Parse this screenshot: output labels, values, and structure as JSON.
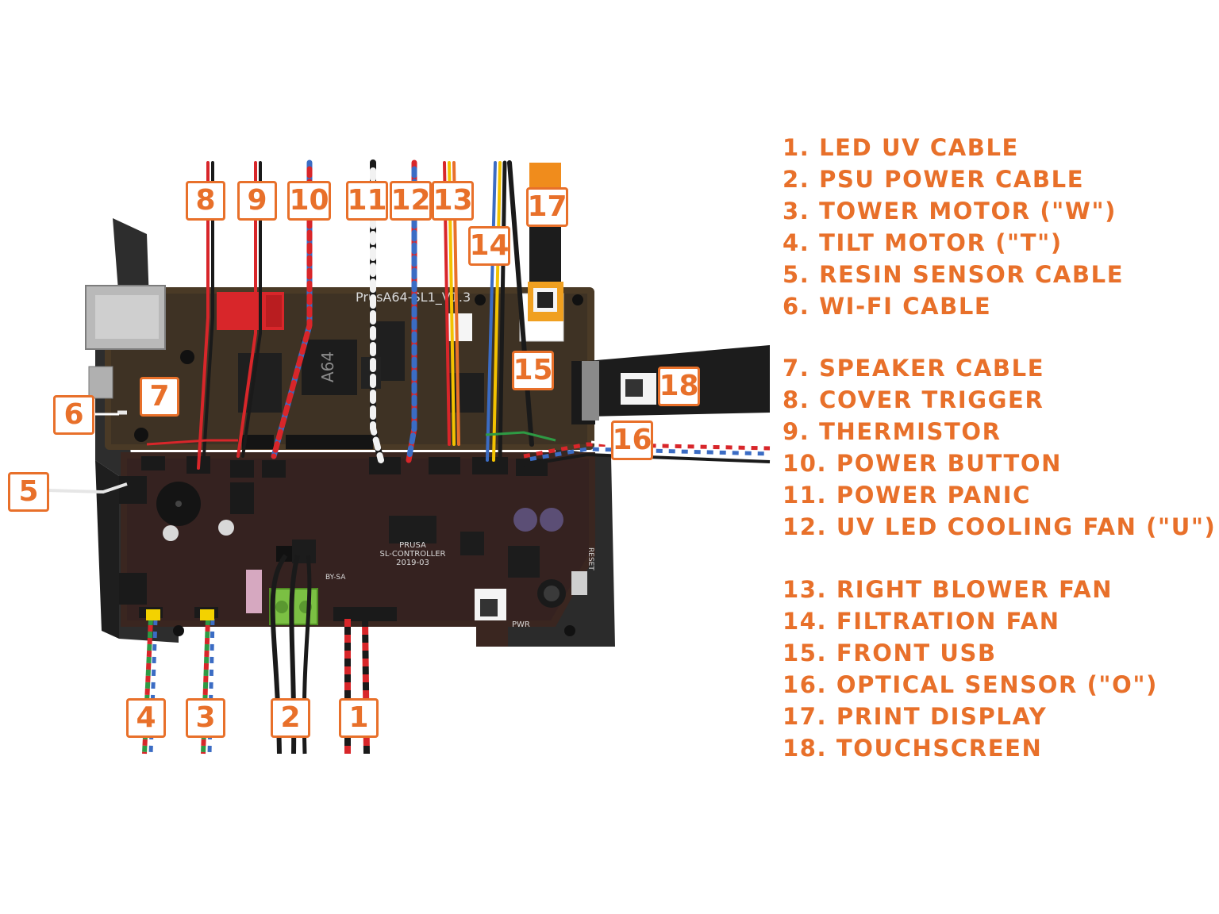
{
  "legend": {
    "groups": [
      [
        "1. LED UV CABLE",
        "2. PSU POWER CABLE",
        "3. TOWER MOTOR (\"W\")",
        "4. TILT MOTOR (\"T\")",
        "5. RESIN SENSOR CABLE",
        "6. WI-FI CABLE"
      ],
      [
        "7. SPEAKER CABLE",
        "8. COVER TRIGGER",
        "9. THERMISTOR",
        "10. POWER BUTTON",
        "11. POWER PANIC",
        "12. UV LED COOLING FAN (\"U\")"
      ],
      [
        "13. RIGHT BLOWER FAN",
        "14. FILTRATION FAN",
        "15. FRONT USB",
        "16. OPTICAL SENSOR (\"O\")",
        "17. PRINT DISPLAY",
        "18. TOUCHSCREEN"
      ]
    ]
  },
  "callouts": [
    "1",
    "2",
    "3",
    "4",
    "5",
    "6",
    "7",
    "8",
    "9",
    "10",
    "11",
    "12",
    "13",
    "14",
    "15",
    "16",
    "17",
    "18"
  ],
  "board": {
    "top_silkscreen": "PrusA64-SL1_V1.3",
    "cpu_label": "A64",
    "controller_label": "PRUSA\nSL-CONTROLLER\n2019-03",
    "ccby_label": "BY-SA",
    "pwr_label": "PWR",
    "reset_label": "RESET"
  },
  "colors": {
    "accent": "#e8702a",
    "pcb": "#3a2620",
    "pcb_top": "#4a3a26",
    "bracket": "#2b2b2b"
  }
}
